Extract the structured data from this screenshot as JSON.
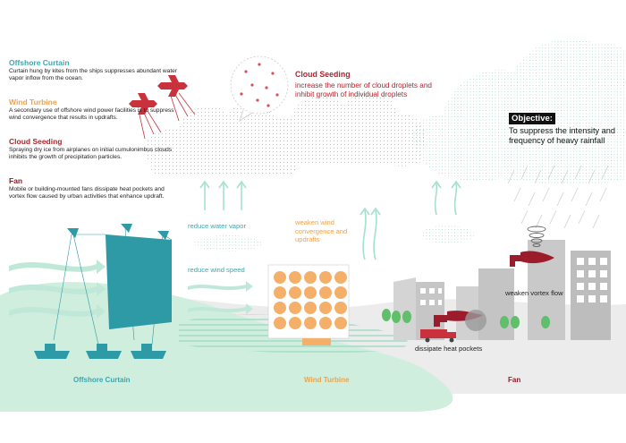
{
  "legend": {
    "offshore_curtain": {
      "title": "Offshore Curtain",
      "body": "Curtain hung by kites from the ships suppresses abundant water vapor inflow from the ocean."
    },
    "wind_turbine": {
      "title": "Wind Turbine",
      "body": "A secondary use of offshore wind power facilities is to suppress wind convergence that results in updrafts."
    },
    "cloud_seeding": {
      "title": "Cloud Seeding",
      "body": "Spraying dry ice from airplanes on initial cumulonimbus clouds inhibits the growth of precipitation particles."
    },
    "fan": {
      "title": "Fan",
      "body": "Mobile or building-mounted fans dissipate heat pockets and vortex flow caused by urban activities that enhance updraft."
    }
  },
  "callouts": {
    "cloud_seeding_title": "Cloud Seeding",
    "cloud_seeding_body": "increase the number of cloud droplets and inhibit growth of individual droplets",
    "reduce_water_vapor": "reduce water vapor",
    "reduce_wind_speed": "reduce wind speed",
    "weaken_wind": "weaken wind convergence and updrafts",
    "weaken_vortex": "weaken vortex flow",
    "dissipate_heat": "dissipate heat pockets"
  },
  "objective": {
    "heading": "Objective:",
    "text": "To suppress the intensity and frequency of heavy rainfall"
  },
  "captions": {
    "offshore": "Offshore Curtain",
    "turbine": "Wind Turbine",
    "fan": "Fan"
  },
  "colors": {
    "teal": "#3aa7b0",
    "mint": "#bfe8d8",
    "orange": "#f0a24a",
    "red": "#b3232b",
    "building_gray": "#c9c9c9",
    "ground_gray": "#e8e8e8"
  }
}
